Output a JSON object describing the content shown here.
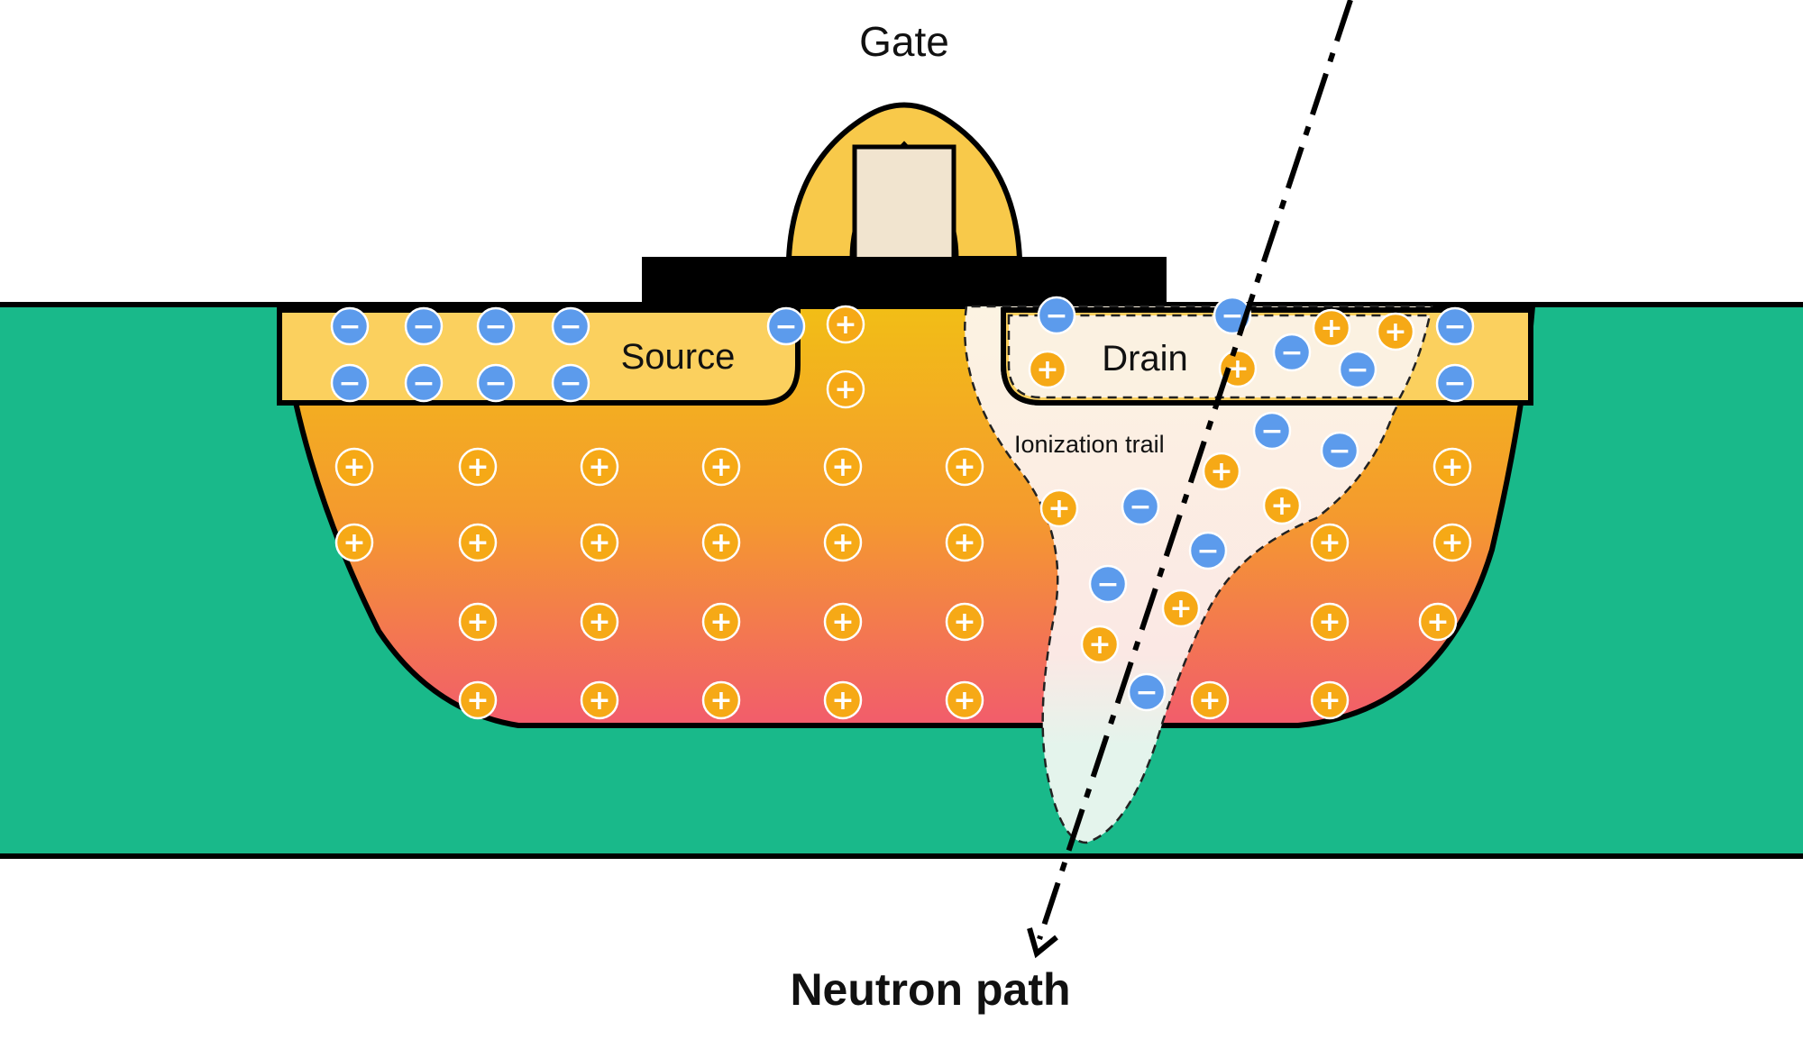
{
  "labels": {
    "gate": "Gate",
    "source": "Source",
    "drain": "Drain",
    "ionization_trail": "Ionization trail",
    "neutron_path": "Neutron path"
  },
  "symbols": {
    "positive": "+",
    "negative": "−"
  },
  "colors": {
    "substrate": "#19b98a",
    "well_top": "#f2be16",
    "well_bottom": "#f25c6c",
    "source_drain": "#fbd05e",
    "spacer": "#f8c94a",
    "gate_block": "#f1e4cf",
    "gate_oxide": "#000000",
    "trail": "#fbf1e1",
    "positive_charge": "#f6a916",
    "negative_charge": "#5c9bec",
    "outline": "#000000"
  }
}
